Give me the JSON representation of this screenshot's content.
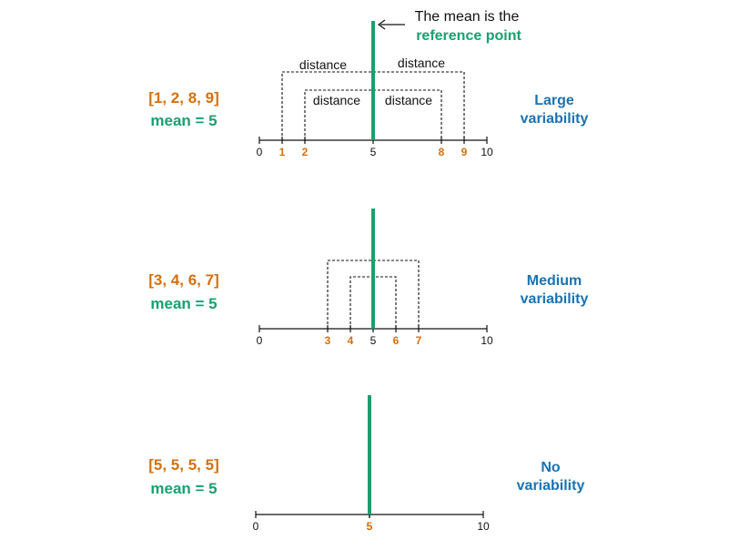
{
  "annotation": {
    "line1": "The mean is the",
    "line2": "reference point"
  },
  "distance_label": "distance",
  "colors": {
    "mean_line": "#1aa06e",
    "values": "#d4700f",
    "variability": "#1a73b0",
    "axis": "#111111"
  },
  "panels": [
    {
      "set_label": "[1, 2, 8, 9]",
      "mean_label": "mean = 5",
      "var_line1": "Large",
      "var_line2": "variability",
      "values": [
        1,
        2,
        8,
        9
      ],
      "mean": 5,
      "show_distance_labels": true
    },
    {
      "set_label": "[3, 4, 6, 7]",
      "mean_label": "mean = 5",
      "var_line1": "Medium",
      "var_line2": "variability",
      "values": [
        3,
        4,
        6,
        7
      ],
      "mean": 5,
      "show_distance_labels": false
    },
    {
      "set_label": "[5, 5, 5, 5]",
      "mean_label": "mean = 5",
      "var_line1": "No",
      "var_line2": "variability",
      "values": [
        5,
        5,
        5,
        5
      ],
      "mean": 5,
      "show_distance_labels": false
    }
  ],
  "axis": {
    "min": 0,
    "max": 10,
    "tick_labels": [
      "0",
      "5",
      "10"
    ]
  }
}
